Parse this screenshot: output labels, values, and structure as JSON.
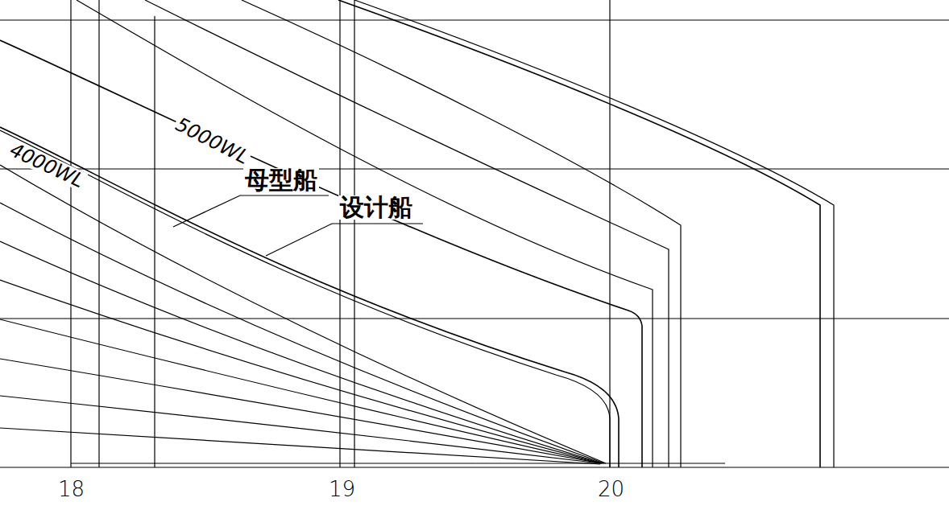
{
  "diagram": {
    "labels": [
      "5000WL",
      "4000WL",
      "母型船",
      "设计船",
      "18",
      "19",
      "20"
    ]
  }
}
